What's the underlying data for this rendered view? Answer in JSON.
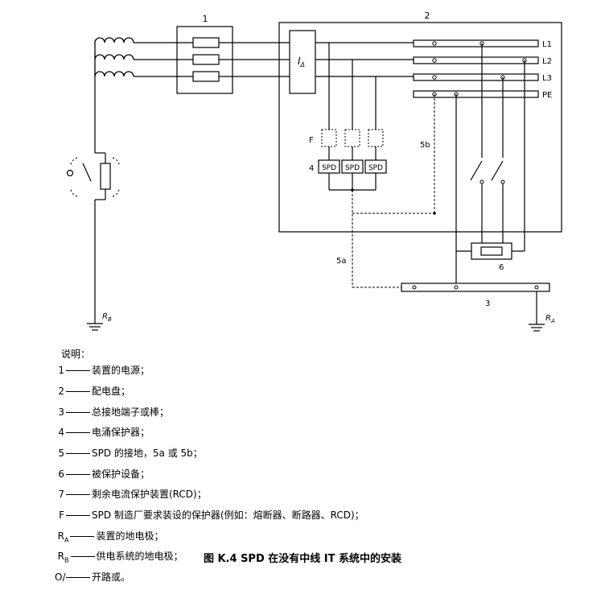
{
  "diagram": {
    "labels": {
      "n1": "1",
      "n2": "2",
      "n3": "3",
      "n4": "4",
      "n5a": "5a",
      "n5b": "5b",
      "n6": "6",
      "F": "F",
      "I_main": "I",
      "I_sub": "Δ",
      "L1": "L1",
      "L2": "L2",
      "L3": "L3",
      "PE": "PE",
      "RB_main": "R",
      "RB_sub": "B",
      "RA_main": "R",
      "RA_sub": "A",
      "open_symbol": "○ /"
    },
    "spd_labels": [
      "SPD",
      "SPD",
      "SPD"
    ]
  },
  "legend": {
    "title": "说明：",
    "items": [
      {
        "sym": "1",
        "sub": "",
        "text": "装置的电源；"
      },
      {
        "sym": "2",
        "sub": "",
        "text": "配电盘；"
      },
      {
        "sym": "3",
        "sub": "",
        "text": "总接地端子或棒；"
      },
      {
        "sym": "4",
        "sub": "",
        "text": "电涌保护器；"
      },
      {
        "sym": "5",
        "sub": "",
        "text": "SPD 的接地，5a 或 5b；"
      },
      {
        "sym": "6",
        "sub": "",
        "text": "被保护设备；"
      },
      {
        "sym": "7",
        "sub": "",
        "text": "剩余电流保护装置(RCD)；"
      },
      {
        "sym": "F",
        "sub": "",
        "text": "SPD 制造厂要求装设的保护器(例如：熔断器、断路器、RCD)；"
      },
      {
        "sym": "R",
        "sub": "A",
        "text": "装置的地电极；"
      },
      {
        "sym": "R",
        "sub": "B",
        "text": "供电系统的地电极；"
      },
      {
        "sym": "O/",
        "sub": "",
        "text": "开路或。"
      }
    ]
  },
  "caption": "图 K.4   SPD 在没有中线 IT 系统中的安装"
}
